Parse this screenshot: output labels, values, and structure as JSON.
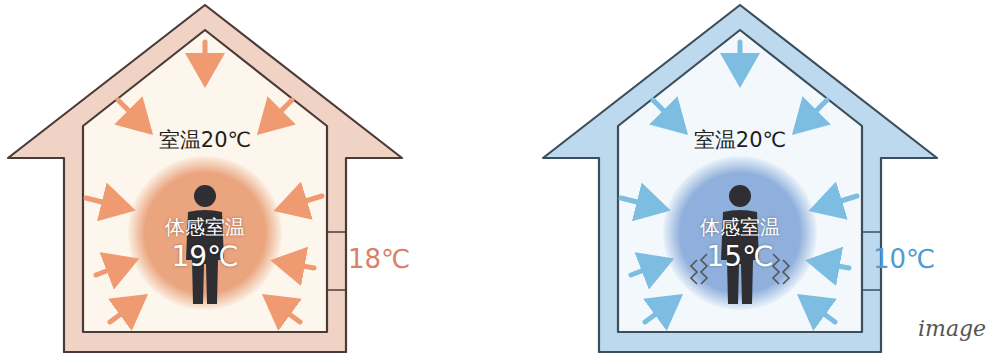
{
  "diagram": {
    "nodes": [
      {
        "text": [
          "室温20℃"
        ]
      },
      {
        "text": [
          "体感室温",
          "19℃"
        ],
        "in": 0
      },
      {
        "text": [
          "室温20℃"
        ]
      },
      {
        "text": [
          "体感室温",
          "15℃"
        ],
        "in": 2
      }
    ],
    "labels": [
      "18℃",
      "10℃",
      "image"
    ]
  }
}
